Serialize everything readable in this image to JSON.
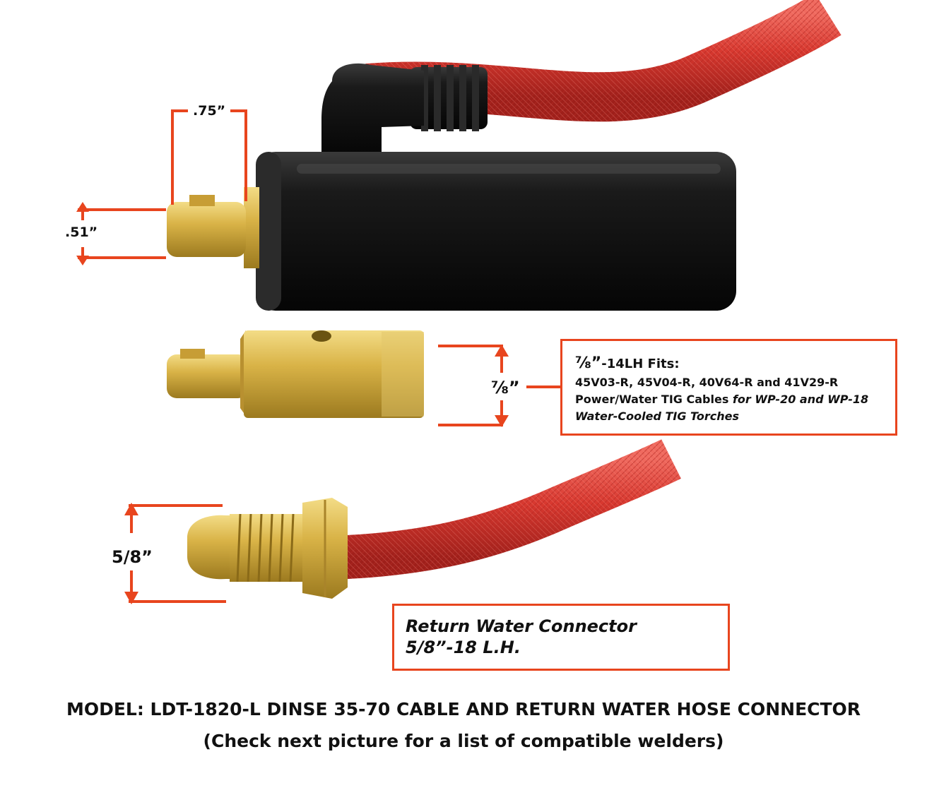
{
  "dimensions": {
    "width_label": ".75”",
    "height_label": ".51”",
    "brass_diameter_label": "⅞”",
    "return_connector_label": "5/8”"
  },
  "fits_box": {
    "heading": "⅞”",
    "heading_suffix": "-14LH Fits:",
    "line1": "45V03-R, 45V04-R, 40V64-R and 41V29-R",
    "line2_plain": "Power/Water TIG Cables ",
    "line2_italic": "for WP-20 and WP-18",
    "line3_italic": "Water-Cooled TIG Torches"
  },
  "return_box": {
    "line1": "Return Water Connector",
    "line2": "5/8”-18 L.H."
  },
  "caption": {
    "line1": "MODEL: LDT-1820-L DINSE 35-70 CABLE AND RETURN WATER HOSE CONNECTOR",
    "line2": "(Check next picture for a list of compatible welders)"
  },
  "colors": {
    "accent": "#e8451e",
    "hose": "#d83a35",
    "brass": "#d8b040",
    "rubber": "#111111"
  }
}
